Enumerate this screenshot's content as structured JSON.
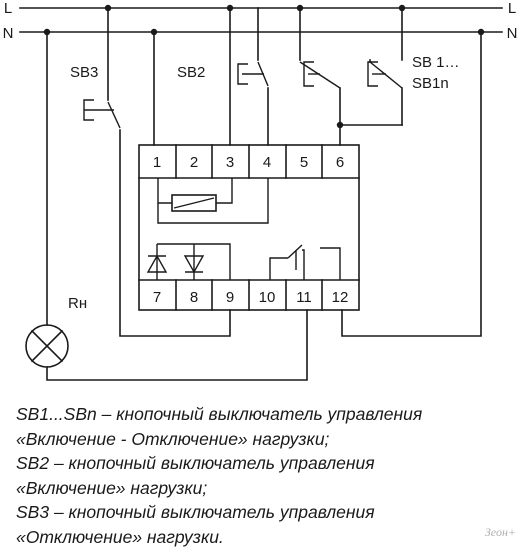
{
  "bus": {
    "line": "L",
    "neutral": "N"
  },
  "labels": {
    "sb3": "SB3",
    "sb2": "SB2",
    "sb1_line1": "SB 1…",
    "sb1_line2": "SB1n",
    "load": "Rн"
  },
  "terminals": {
    "top": [
      "1",
      "2",
      "3",
      "4",
      "5",
      "6"
    ],
    "bottom": [
      "7",
      "8",
      "9",
      "10",
      "11",
      "12"
    ]
  },
  "legend": [
    "SB1...SBn – кнопочный выключатель управления",
    "«Включение - Отключение» нагрузки;",
    "SB2 – кнопочный выключатель управления",
    "«Включение» нагрузки;",
    "SB3 – кнопочный выключатель управления",
    "«Отключение» нагрузки."
  ],
  "watermark": "Зеон+"
}
